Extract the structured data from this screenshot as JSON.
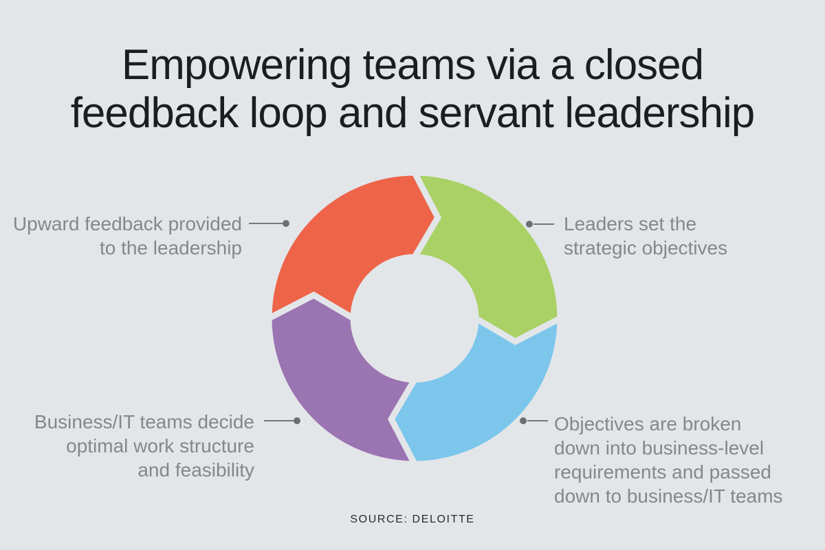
{
  "title": {
    "line1": "Empowering teams via a closed",
    "line2": "feedback loop and servant leadership"
  },
  "source": "SOURCE: DELOITTE",
  "colors": {
    "background": "#e3e6e9",
    "title_text": "#1c1d1e",
    "label_text": "#85878a",
    "connector": "#6b6d70",
    "orange": "#ee6449",
    "green": "#a9d165",
    "blue": "#7cc6ec",
    "purple": "#9b74b2"
  },
  "diagram": {
    "type": "cycle",
    "direction": "clockwise",
    "segments": [
      {
        "id": "leaders",
        "color": "#a9d165",
        "label": "Leaders set the strategic objectives"
      },
      {
        "id": "objectives",
        "color": "#7cc6ec",
        "label": "Objectives are broken down into business-level requirements and passed down to business/IT teams"
      },
      {
        "id": "business-it",
        "color": "#9b74b2",
        "label": "Business/IT teams decide optimal work structure and feasibility"
      },
      {
        "id": "upward-feedback",
        "color": "#ee6449",
        "label": "Upward feedback provided to the leadership"
      }
    ]
  },
  "callouts": {
    "top_left": {
      "lines": [
        "Upward feedback provided",
        "to the leadership"
      ]
    },
    "top_right": {
      "lines": [
        "Leaders set the",
        "strategic objectives"
      ]
    },
    "bottom_right": {
      "lines": [
        "Objectives are broken",
        "down into business-level",
        "requirements and passed",
        "down to business/IT teams"
      ]
    },
    "bottom_left": {
      "lines": [
        "Business/IT teams decide",
        "optimal work structure",
        "and feasibility"
      ]
    }
  }
}
